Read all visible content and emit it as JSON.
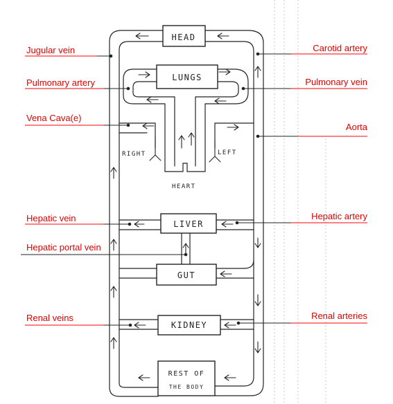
{
  "organs": {
    "head": "HEAD",
    "lungs": "LUNGS",
    "liver": "LIVER",
    "gut": "GUT",
    "kidney": "KIDNEY",
    "rest_line1": "REST OF",
    "rest_line2": "THE BODY"
  },
  "heart": {
    "right": "RIGHT",
    "left": "LEFT",
    "label": "HEART"
  },
  "labels": {
    "jugular_vein": "Jugular vein",
    "carotid_artery": "Carotid artery",
    "pulmonary_artery": "Pulmonary artery",
    "pulmonary_vein": "Pulmonary vein",
    "vena_cava": "Vena Cava(e)",
    "aorta": "Aorta",
    "hepatic_vein": "Hepatic vein",
    "hepatic_artery": "Hepatic artery",
    "hepatic_portal_vein": "Hepatic portal vein",
    "renal_veins": "Renal veins",
    "renal_arteries": "Renal arteries"
  },
  "colors": {
    "label_text": "#dd0000",
    "leader_line": "#ff0000",
    "ink": "#222222"
  }
}
